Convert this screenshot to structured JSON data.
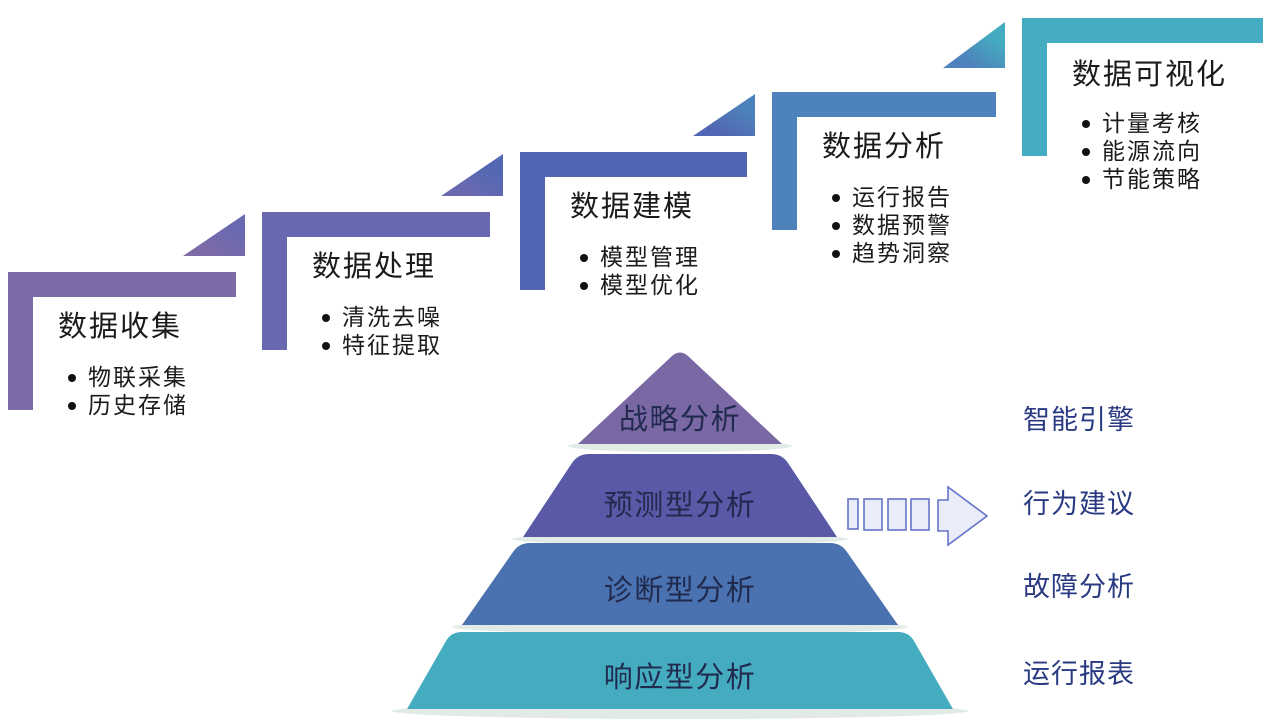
{
  "process_steps": [
    {
      "title": "数据收集",
      "bullets": [
        "物联采集",
        "历史存储"
      ],
      "color": "#7C6BA7"
    },
    {
      "title": "数据处理",
      "bullets": [
        "清洗去噪",
        "特征提取"
      ],
      "color": "#6969B1"
    },
    {
      "title": "数据建模",
      "bullets": [
        "模型管理",
        "模型优化"
      ],
      "color": "#5267B3"
    },
    {
      "title": "数据分析",
      "bullets": [
        "运行报告",
        "数据预警",
        "趋势洞察"
      ],
      "color": "#4E82BC"
    },
    {
      "title": "数据可视化",
      "bullets": [
        "计量考核",
        "能源流向",
        "节能策略"
      ],
      "color": "#44ACC0"
    }
  ],
  "pyramid": {
    "levels": [
      {
        "label": "战略分析",
        "color": "#7A68A5"
      },
      {
        "label": "预测型分析",
        "color": "#5A59A7"
      },
      {
        "label": "诊断型分析",
        "color": "#4A72B0"
      },
      {
        "label": "响应型分析",
        "color": "#45ACBF"
      }
    ]
  },
  "outputs": [
    {
      "label": "智能引擎"
    },
    {
      "label": "行为建议"
    },
    {
      "label": "故障分析"
    },
    {
      "label": "运行报表"
    }
  ],
  "arrow": {
    "stroke": "#6573C9",
    "fill": "#EAEDF9"
  },
  "colors": {
    "shadow": "#e1eae4",
    "step_text": "#1b1b1b",
    "pyramid_text": "#202a4e",
    "output_text": "#2a3a82"
  }
}
